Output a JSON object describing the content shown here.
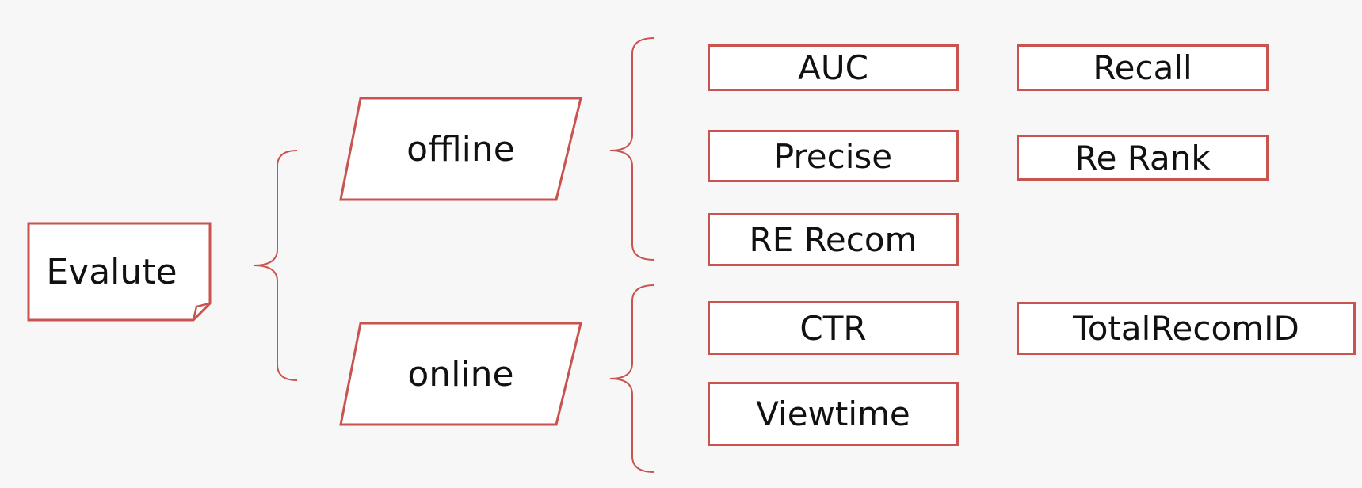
{
  "diagram": {
    "root": {
      "label": "Evalute"
    },
    "branches": [
      {
        "label": "offline",
        "metrics": [
          "AUC",
          "Recall",
          "Precise",
          "Re Rank",
          "RE Recom"
        ]
      },
      {
        "label": "online",
        "metrics": [
          "CTR",
          "TotalRecomID",
          "Viewtime"
        ]
      }
    ],
    "colors": {
      "border": "#c9534f",
      "background": "#f7f7f7",
      "box_fill": "#ffffff",
      "text": "#111111"
    }
  }
}
